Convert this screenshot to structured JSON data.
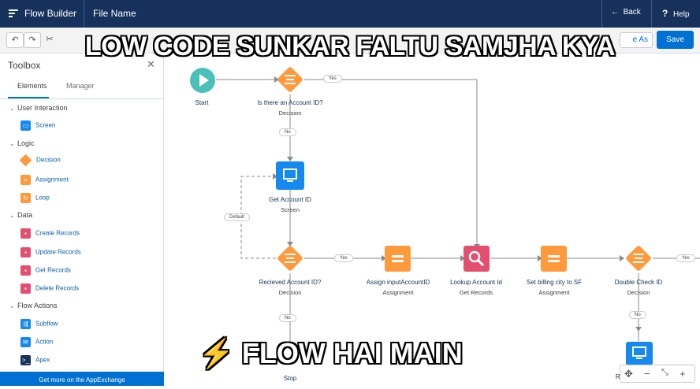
{
  "topbar": {
    "app_name": "Flow Builder",
    "file_name": "File Name",
    "back_label": "Back",
    "help_label": "Help"
  },
  "toolbar": {
    "save_as_label": "e As",
    "save_label": "Save"
  },
  "toolbox": {
    "title": "Toolbox",
    "tabs": [
      "Elements",
      "Manager"
    ],
    "sections": [
      {
        "label": "User Interaction",
        "items": [
          {
            "label": "Screen",
            "icon": "screen-icon",
            "color": "#1589ee"
          }
        ]
      },
      {
        "label": "Logic",
        "items": [
          {
            "label": "Decision",
            "icon": "decision-icon",
            "color": "#ff9a3c"
          },
          {
            "label": "Assignment",
            "icon": "assignment-icon",
            "color": "#ff9a3c"
          },
          {
            "label": "Loop",
            "icon": "loop-icon",
            "color": "#ff9a3c"
          }
        ]
      },
      {
        "label": "Data",
        "items": [
          {
            "label": "Create Records",
            "icon": "create-records-icon",
            "color": "#e3506f"
          },
          {
            "label": "Update Records",
            "icon": "update-records-icon",
            "color": "#e3506f"
          },
          {
            "label": "Get Records",
            "icon": "get-records-icon",
            "color": "#e3506f"
          },
          {
            "label": "Delete Records",
            "icon": "delete-records-icon",
            "color": "#e3506f"
          }
        ]
      },
      {
        "label": "Flow Actions",
        "items": [
          {
            "label": "Subflow",
            "icon": "subflow-icon",
            "color": "#1589ee"
          },
          {
            "label": "Action",
            "icon": "action-icon",
            "color": "#1589ee"
          },
          {
            "label": "Apex",
            "icon": "apex-icon",
            "color": "#16325c"
          }
        ]
      }
    ],
    "appexchange_label": "Get more on the AppExchange"
  },
  "canvas": {
    "start": {
      "label": "Start"
    },
    "decision1": {
      "label": "Is there an Account ID?",
      "type": "Decision"
    },
    "screen1": {
      "label": "Get Account ID",
      "type": "Screen"
    },
    "decision2": {
      "label": "Recieved Account ID?",
      "type": "Decision"
    },
    "assign1": {
      "label": "Assign inputAccountID",
      "type": "Assignment"
    },
    "lookup": {
      "label": "Lookup Account Id",
      "type": "Get Records"
    },
    "assign2": {
      "label": "Set billing city to SF",
      "type": "Assignment"
    },
    "decision3": {
      "label": "Double Check ID",
      "type": "Decision"
    },
    "stop": {
      "label": "Stop"
    },
    "recv_partial": {
      "label": "Rec"
    },
    "connectors": {
      "yes": "Yes",
      "no": "No",
      "default": "Default"
    }
  },
  "meme": {
    "top_text": "LOW CODE SUNKAR FALTU SAMJHA KYA",
    "bottom_emoji": "⚡",
    "bottom_text": "FLOW HAI MAIN"
  },
  "colors": {
    "header": "#16325c",
    "decision": "#ff9a3c",
    "assignment": "#ff9a3c",
    "screen": "#1589ee",
    "get_records": "#e3506f",
    "start": "#4bc0b8",
    "primary": "#0070d2"
  }
}
